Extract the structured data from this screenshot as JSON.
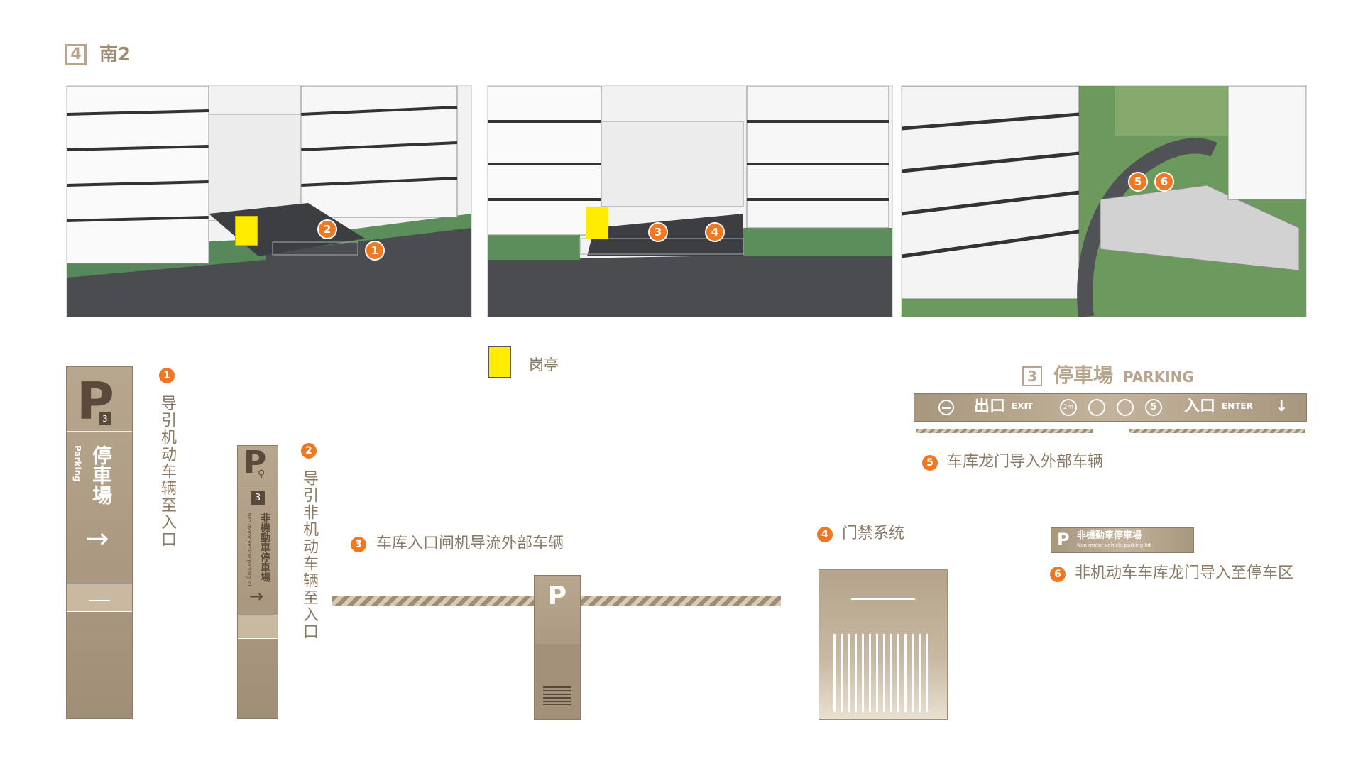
{
  "header": {
    "index": "4",
    "title": "南2"
  },
  "photos": {
    "p1_markers": [
      "2",
      "1"
    ],
    "p2_markers": [
      "3",
      "4"
    ],
    "p3_markers": [
      "5",
      "6"
    ]
  },
  "legend": {
    "label": "岗亭"
  },
  "colors": {
    "accent": "#f07822",
    "tan": "#b4a28a",
    "dark_brown": "#5a4a3c",
    "guard": "#ffec00"
  },
  "items": [
    {
      "num": "1",
      "text": "导引机动车辆至入口"
    },
    {
      "num": "2",
      "text": "导引非机动车辆至入口"
    },
    {
      "num": "3",
      "text": "车库入口闸机导流外部车辆"
    },
    {
      "num": "4",
      "text": "门禁系统"
    },
    {
      "num": "5",
      "text": "车库龙门导入外部车辆"
    },
    {
      "num": "6",
      "text": "非机动车车库龙门导入至停车区"
    }
  ],
  "sign1": {
    "badge": "3",
    "cn": "停車場",
    "en": "Parking"
  },
  "sign2": {
    "badge": "3",
    "cn": "非機動車停車場",
    "en": "Non motor vehicle parking lot"
  },
  "barrier": {
    "letter": "P"
  },
  "gantry_title": {
    "index": "3",
    "cn": "停車場",
    "en": "PARKING"
  },
  "gantry": {
    "exit_cn": "出口",
    "exit_en": "EXIT",
    "limit": "2m",
    "speed": "5",
    "enter_cn": "入口",
    "enter_en": "ENTER"
  },
  "nm_sign": {
    "cn": "非機動車停車場",
    "en": "Non motor vehicle parking lot"
  },
  "icons": [
    "no-entry-icon",
    "height-limit-icon",
    "no-honking-icon",
    "no-parking-icon",
    "speed-limit-icon",
    "arrow-down-icon",
    "arrow-right-icon",
    "bicycle-icon",
    "logo-emblem-icon"
  ]
}
